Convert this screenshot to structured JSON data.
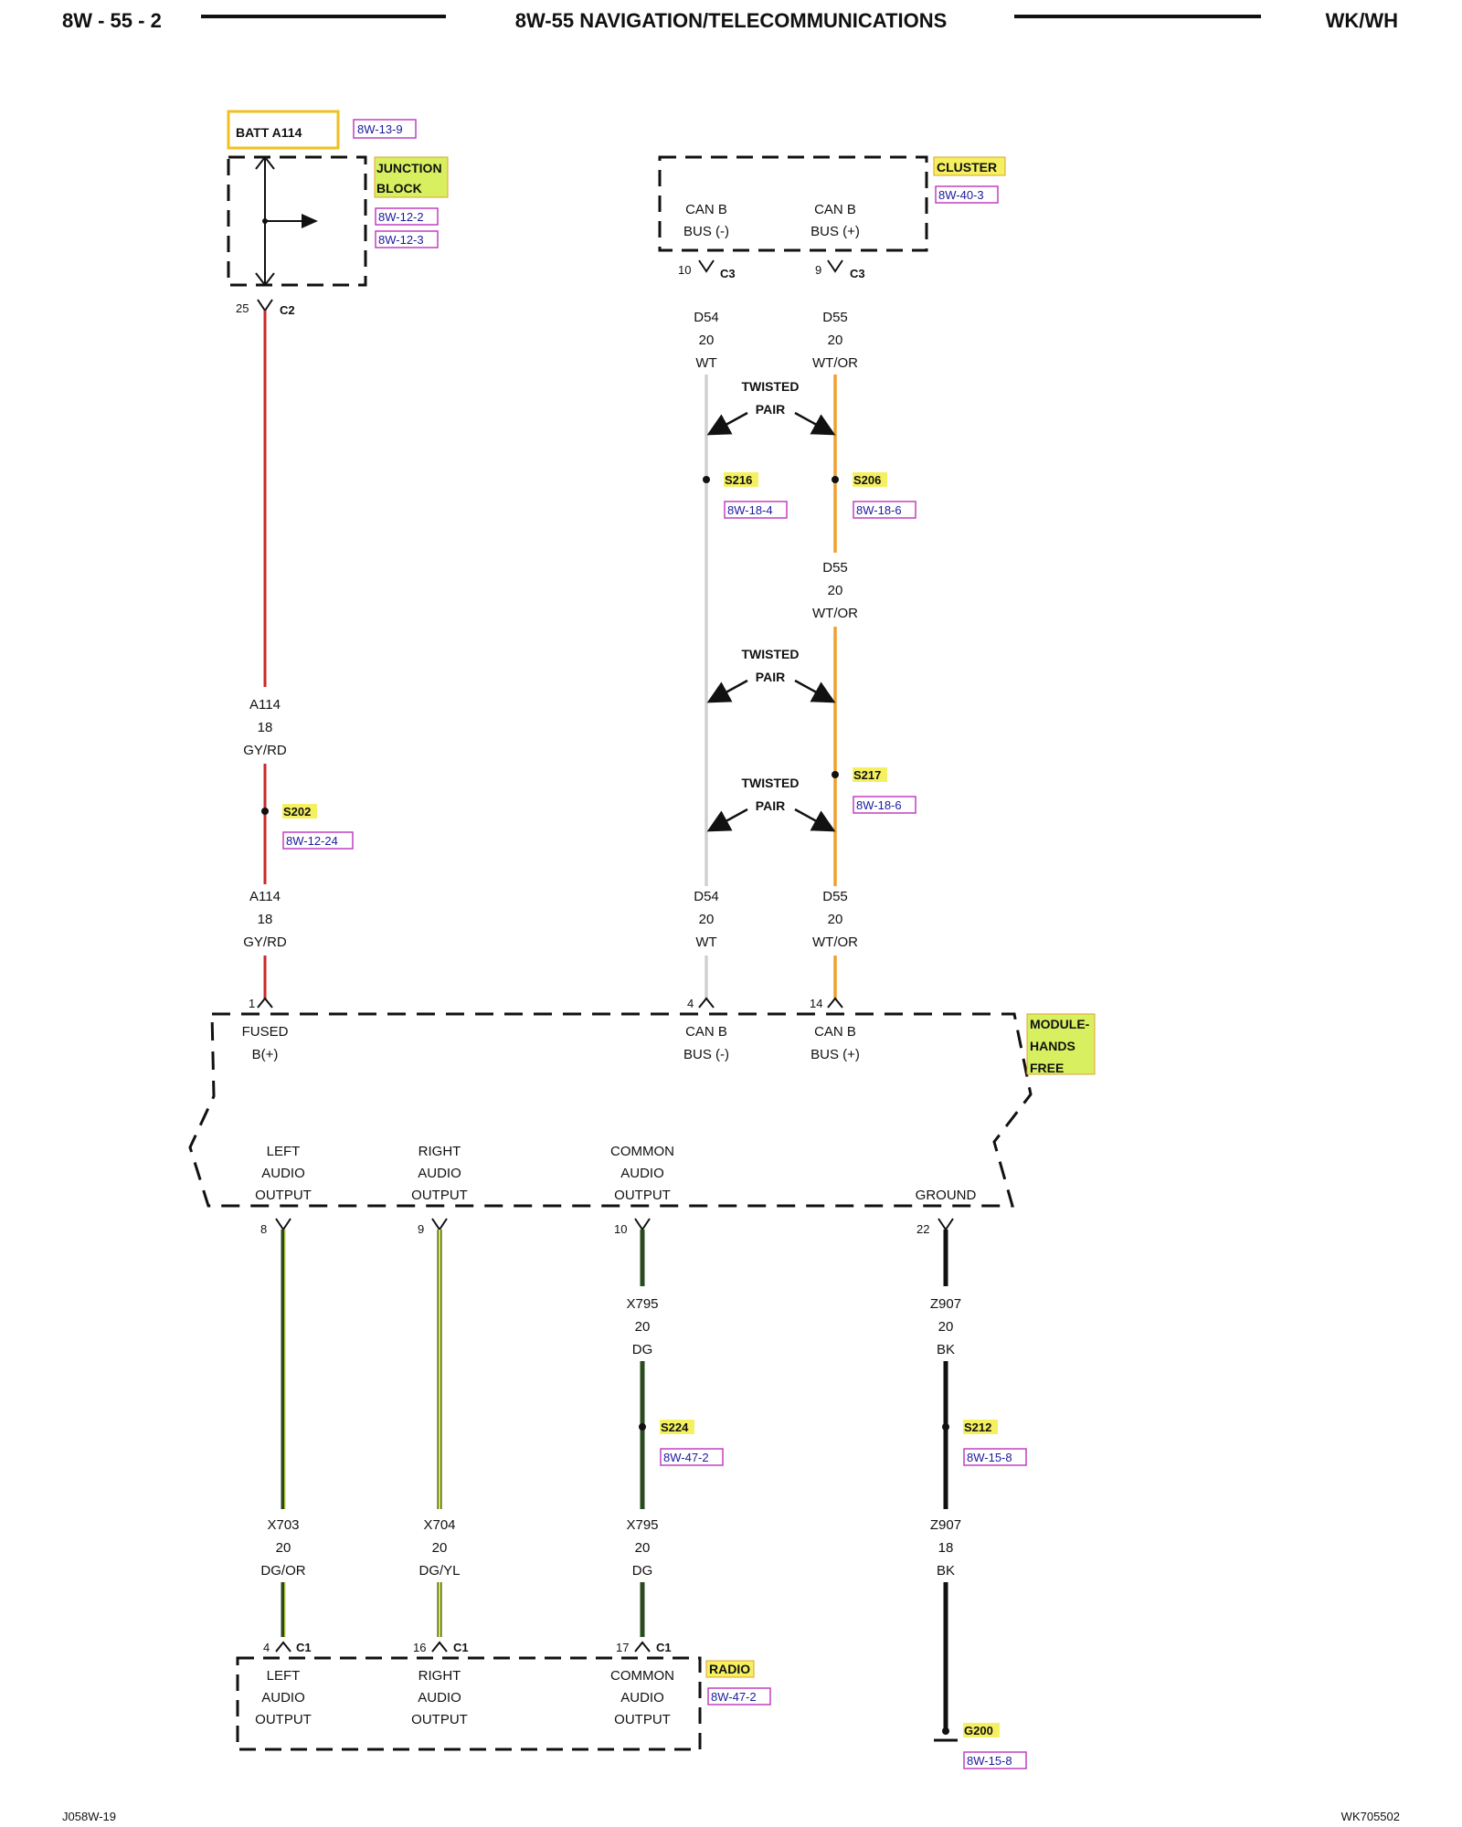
{
  "header": {
    "page": "8W - 55 - 2",
    "title": "8W-55 NAVIGATION/TELECOMMUNICATIONS",
    "model": "WK/WH"
  },
  "footer": {
    "left": "J058W-19",
    "right": "WK705502"
  },
  "colors": {
    "wire_red": "#c8282a",
    "wire_white": "#d0d0d0",
    "wire_orange": "#f0a030",
    "wire_green": "#2a4a20",
    "wire_yellow": "#e8e840",
    "wire_black": "#111111",
    "highlight_green": "#d8f060",
    "highlight_yellow": "#f5f060",
    "ref_border": "#c040c0",
    "batt_border": "#f0c020"
  },
  "components": {
    "batt": {
      "label": "BATT A114",
      "ref": "8W-13-9"
    },
    "junction_block": {
      "label_line1": "JUNCTION",
      "label_line2": "BLOCK",
      "ref1": "8W-12-2",
      "ref2": "8W-12-3"
    },
    "cluster": {
      "label": "CLUSTER",
      "ref": "8W-40-3",
      "pin1_line1": "CAN B",
      "pin1_line2": "BUS (-)",
      "pin2_line1": "CAN B",
      "pin2_line2": "BUS (+)"
    },
    "module": {
      "label_line1": "MODULE-",
      "label_line2": "HANDS",
      "label_line3": "FREE",
      "fused_line1": "FUSED",
      "fused_line2": "B(+)",
      "canm_line1": "CAN B",
      "canm_line2": "BUS (-)",
      "canp_line1": "CAN B",
      "canp_line2": "BUS (+)",
      "left_line1": "LEFT",
      "left_line2": "AUDIO",
      "left_line3": "OUTPUT",
      "right_line1": "RIGHT",
      "right_line2": "AUDIO",
      "right_line3": "OUTPUT",
      "common_line1": "COMMON",
      "common_line2": "AUDIO",
      "common_line3": "OUTPUT",
      "ground": "GROUND"
    },
    "radio": {
      "label": "RADIO",
      "ref": "8W-47-2",
      "left_line1": "LEFT",
      "left_line2": "AUDIO",
      "left_line3": "OUTPUT",
      "right_line1": "RIGHT",
      "right_line2": "AUDIO",
      "right_line3": "OUTPUT",
      "common_line1": "COMMON",
      "common_line2": "AUDIO",
      "common_line3": "OUTPUT"
    },
    "ground_g200": {
      "label": "G200",
      "ref": "8W-15-8"
    }
  },
  "pins": {
    "jb_pin": "25",
    "jb_conn": "C2",
    "cl_pin_minus": "10",
    "cl_conn_minus": "C3",
    "cl_pin_plus": "9",
    "cl_conn_plus": "C3",
    "mod_fused": "1",
    "mod_canm": "4",
    "mod_canp": "14",
    "mod_left": "8",
    "mod_right": "9",
    "mod_common": "10",
    "mod_ground": "22",
    "radio_left": "4",
    "radio_left_conn": "C1",
    "radio_right": "16",
    "radio_right_conn": "C1",
    "radio_common": "17",
    "radio_common_conn": "C1"
  },
  "wires": {
    "a114_top": {
      "circuit": "A114",
      "gauge": "18",
      "color": "GY/RD"
    },
    "a114_bot": {
      "circuit": "A114",
      "gauge": "18",
      "color": "GY/RD"
    },
    "d54_top": {
      "circuit": "D54",
      "gauge": "20",
      "color": "WT"
    },
    "d55_top": {
      "circuit": "D55",
      "gauge": "20",
      "color": "WT/OR"
    },
    "d55_mid": {
      "circuit": "D55",
      "gauge": "20",
      "color": "WT/OR"
    },
    "d54_bot": {
      "circuit": "D54",
      "gauge": "20",
      "color": "WT"
    },
    "d55_bot": {
      "circuit": "D55",
      "gauge": "20",
      "color": "WT/OR"
    },
    "x795_top": {
      "circuit": "X795",
      "gauge": "20",
      "color": "DG"
    },
    "z907_top": {
      "circuit": "Z907",
      "gauge": "20",
      "color": "BK"
    },
    "x703": {
      "circuit": "X703",
      "gauge": "20",
      "color": "DG/OR"
    },
    "x704": {
      "circuit": "X704",
      "gauge": "20",
      "color": "DG/YL"
    },
    "x795_bot": {
      "circuit": "X795",
      "gauge": "20",
      "color": "DG"
    },
    "z907_bot": {
      "circuit": "Z907",
      "gauge": "18",
      "color": "BK"
    }
  },
  "twisted": {
    "t1_line1": "TWISTED",
    "t1_line2": "PAIR",
    "t2_line1": "TWISTED",
    "t2_line2": "PAIR",
    "t3_line1": "TWISTED",
    "t3_line2": "PAIR"
  },
  "splices": {
    "s216": {
      "label": "S216",
      "ref": "8W-18-4"
    },
    "s206": {
      "label": "S206",
      "ref": "8W-18-6"
    },
    "s217": {
      "label": "S217",
      "ref": "8W-18-6"
    },
    "s202": {
      "label": "S202",
      "ref": "8W-12-24"
    },
    "s224": {
      "label": "S224",
      "ref": "8W-47-2"
    },
    "s212": {
      "label": "S212",
      "ref": "8W-15-8"
    }
  }
}
